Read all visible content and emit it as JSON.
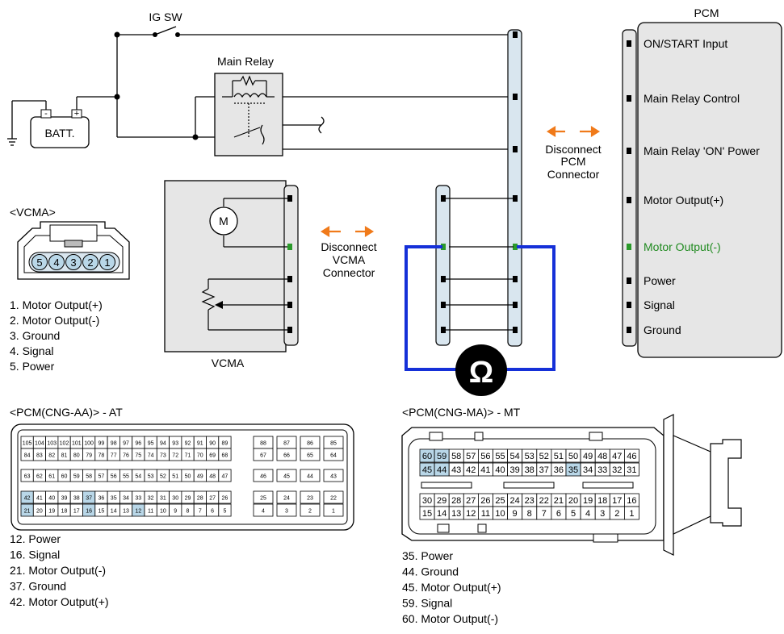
{
  "labels": {
    "ig_sw": "IG SW",
    "main_relay": "Main Relay",
    "batt": "BATT.",
    "batt_neg": "-",
    "batt_pos": "+",
    "pcm": "PCM",
    "vcma_title": "<VCMA>",
    "vcma": "VCMA",
    "motor": "M",
    "ohm": "Ω",
    "disconnect_vcma": [
      "Disconnect",
      "VCMA",
      "Connector"
    ],
    "disconnect_pcm": [
      "Disconnect",
      "PCM",
      "Connector"
    ],
    "pcm_aa_title": "<PCM(CNG-AA)> - AT",
    "pcm_ma_title": "<PCM(CNG-MA)> - MT"
  },
  "pcm_pins": [
    {
      "label": "ON/START Input"
    },
    {
      "label": "Main Relay Control"
    },
    {
      "label": "Main Relay 'ON' Power"
    },
    {
      "label": "Motor Output(+)"
    },
    {
      "label": "Motor Output(-)",
      "highlight": true
    },
    {
      "label": "Power"
    },
    {
      "label": "Signal"
    },
    {
      "label": "Ground"
    }
  ],
  "vcma_connector_pins": [
    "5",
    "4",
    "3",
    "2",
    "1"
  ],
  "vcma_legend": [
    {
      "text": "1. Motor Output(+)"
    },
    {
      "text": "2. Motor Output(-)",
      "highlight": true
    },
    {
      "text": "3. Ground"
    },
    {
      "text": "4. Signal"
    },
    {
      "text": "5. Power"
    }
  ],
  "pcm_aa_rows": [
    [
      "105",
      "104",
      "103",
      "102",
      "101",
      "100",
      "99",
      "98",
      "97",
      "96",
      "95",
      "94",
      "93",
      "92",
      "91",
      "90",
      "89"
    ],
    [
      "84",
      "83",
      "82",
      "81",
      "80",
      "79",
      "78",
      "77",
      "76",
      "75",
      "74",
      "73",
      "72",
      "71",
      "70",
      "69",
      "68"
    ],
    [
      "63",
      "62",
      "61",
      "60",
      "59",
      "58",
      "57",
      "56",
      "55",
      "54",
      "53",
      "52",
      "51",
      "50",
      "49",
      "48",
      "47"
    ],
    [
      "42",
      "41",
      "40",
      "39",
      "38",
      "37",
      "36",
      "35",
      "34",
      "33",
      "32",
      "31",
      "30",
      "29",
      "28",
      "27",
      "26"
    ],
    [
      "21",
      "20",
      "19",
      "18",
      "17",
      "16",
      "15",
      "14",
      "13",
      "12",
      "11",
      "10",
      "9",
      "8",
      "7",
      "6",
      "5"
    ]
  ],
  "pcm_aa_side_rows": [
    [
      "88",
      "87",
      "86",
      "85"
    ],
    [
      "67",
      "66",
      "65",
      "64"
    ],
    [
      "46",
      "45",
      "44",
      "43"
    ],
    [
      "25",
      "24",
      "23",
      "22"
    ],
    [
      "4",
      "3",
      "2",
      "1"
    ]
  ],
  "pcm_aa_highlight": [
    "12",
    "16",
    "21",
    "37",
    "42"
  ],
  "pcm_aa_legend": [
    {
      "text": "12. Power"
    },
    {
      "text": "16. Signal"
    },
    {
      "text": "21. Motor Output(-)",
      "highlight": true
    },
    {
      "text": "37. Ground"
    },
    {
      "text": "42. Motor Output(+)"
    }
  ],
  "pcm_ma_rows": [
    [
      "60",
      "59",
      "58",
      "57",
      "56",
      "55",
      "54",
      "53",
      "52",
      "51",
      "50",
      "49",
      "48",
      "47",
      "46"
    ],
    [
      "45",
      "44",
      "43",
      "42",
      "41",
      "40",
      "39",
      "38",
      "37",
      "36",
      "35",
      "34",
      "33",
      "32",
      "31"
    ],
    [
      "30",
      "29",
      "28",
      "27",
      "26",
      "25",
      "24",
      "23",
      "22",
      "21",
      "20",
      "19",
      "18",
      "17",
      "16"
    ],
    [
      "15",
      "14",
      "13",
      "12",
      "11",
      "10",
      "9",
      "8",
      "7",
      "6",
      "5",
      "4",
      "3",
      "2",
      "1"
    ]
  ],
  "pcm_ma_highlight": [
    "35",
    "44",
    "45",
    "59",
    "60"
  ],
  "pcm_ma_legend": [
    {
      "text": "35. Power"
    },
    {
      "text": "44. Ground"
    },
    {
      "text": "45. Motor Output(+)"
    },
    {
      "text": "59. Signal"
    },
    {
      "text": "60. Motor Output(-)",
      "highlight": true
    }
  ],
  "colors": {
    "highlight_text": "#1f8a1f",
    "highlight_pin": "#b9d7e8",
    "ohm_wire": "#1530d8",
    "arrow": "#f07a1a",
    "connector_fill": "#d9e6ef",
    "panel_fill": "#e6e6e6"
  }
}
